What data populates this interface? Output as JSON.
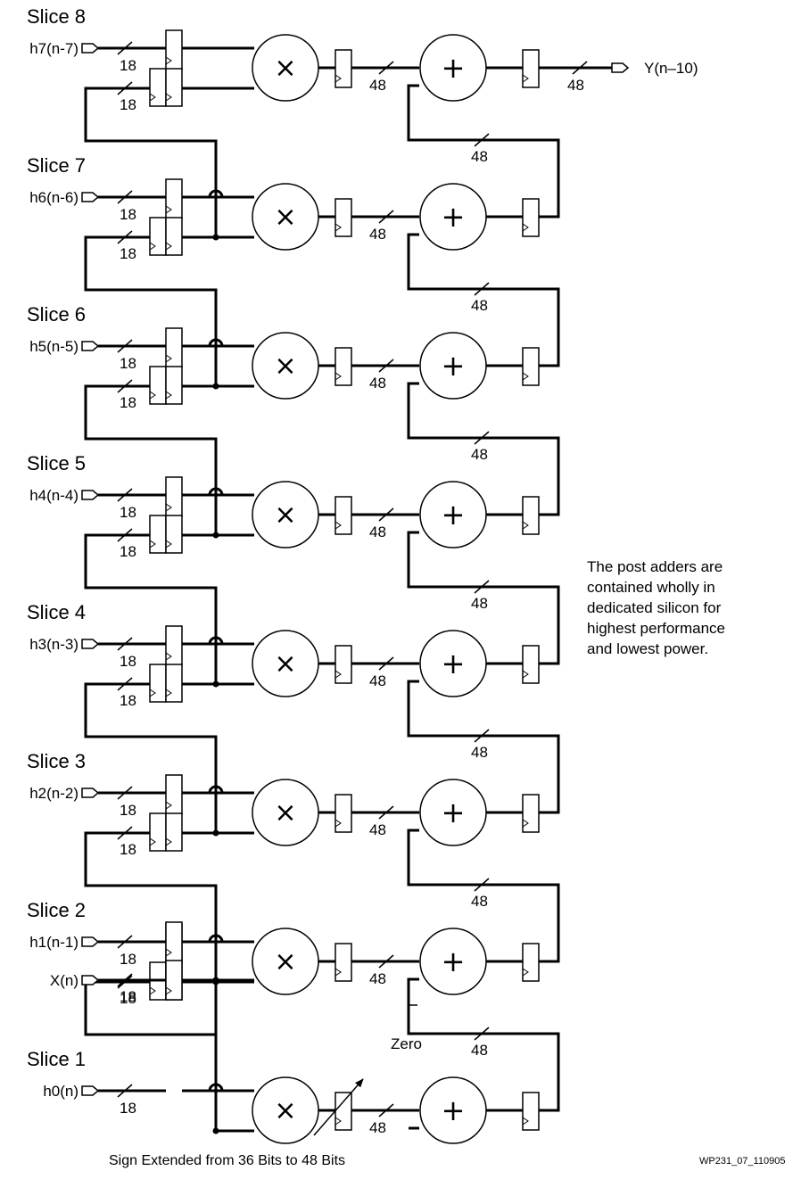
{
  "slices": [
    {
      "title": "Slice 8",
      "coef_label": "h7(n-7)",
      "coef_width": "18",
      "cascade_width": "18",
      "product_width": "48",
      "feedback_width": "48"
    },
    {
      "title": "Slice 7",
      "coef_label": "h6(n-6)",
      "coef_width": "18",
      "cascade_width": "18",
      "product_width": "48",
      "feedback_width": "48"
    },
    {
      "title": "Slice 6",
      "coef_label": "h5(n-5)",
      "coef_width": "18",
      "cascade_width": "18",
      "product_width": "48",
      "feedback_width": "48"
    },
    {
      "title": "Slice 5",
      "coef_label": "h4(n-4)",
      "coef_width": "18",
      "cascade_width": "18",
      "product_width": "48",
      "feedback_width": "48"
    },
    {
      "title": "Slice 4",
      "coef_label": "h3(n-3)",
      "coef_width": "18",
      "cascade_width": "18",
      "product_width": "48",
      "feedback_width": "48"
    },
    {
      "title": "Slice 3",
      "coef_label": "h2(n-2)",
      "coef_width": "18",
      "cascade_width": "18",
      "product_width": "48",
      "feedback_width": "48"
    },
    {
      "title": "Slice 2",
      "coef_label": "h1(n-1)",
      "coef_width": "18",
      "cascade_width": "18",
      "product_width": "48",
      "feedback_width": "48"
    },
    {
      "title": "Slice 1",
      "coef_label": "h0(n)",
      "coef_width": "18",
      "data_label": "X(n)",
      "data_width": "18",
      "product_width": "48",
      "feedback_width": "48"
    }
  ],
  "operators": {
    "multiply": "×",
    "add": "+"
  },
  "output": {
    "label": "Y(n–10)",
    "width": "48"
  },
  "annotations": {
    "zero": "Zero",
    "sign_extension": "Sign Extended from 36 Bits to 48 Bits",
    "note_lines": [
      "The post adders are",
      "contained wholly in",
      "dedicated silicon for",
      "highest performance",
      "and lowest power."
    ]
  },
  "figure_id": "WP231_07_110905"
}
